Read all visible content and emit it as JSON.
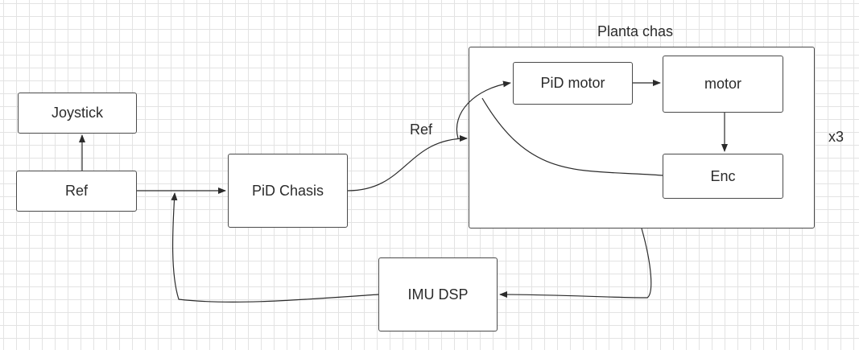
{
  "diagram": {
    "nodes": {
      "joystick": "Joystick",
      "ref": "Ref",
      "pid_chasis": "PiD Chasis",
      "pid_motor": "PiD motor",
      "motor": "motor",
      "enc": "Enc",
      "imu_dsp": "IMU DSP"
    },
    "labels": {
      "planta": "Planta chas",
      "ref_edge": "Ref",
      "multiplier": "x3"
    },
    "edge_color": "#2b2b2b",
    "border_color": "#4a4a4a",
    "grid_color": "#e3e3e3",
    "edges": [
      {
        "from": "Ref",
        "to": "Joystick"
      },
      {
        "from": "Ref",
        "to": "PiD Chasis"
      },
      {
        "from": "PiD Chasis",
        "to": "Planta chas",
        "label": "Ref"
      },
      {
        "from": "Planta chas",
        "to": "PiD motor"
      },
      {
        "from": "PiD motor",
        "to": "motor"
      },
      {
        "from": "motor",
        "to": "Enc"
      },
      {
        "from": "Enc",
        "to": "PiD motor"
      },
      {
        "from": "Planta chas",
        "to": "IMU DSP"
      },
      {
        "from": "IMU DSP",
        "to": "Ref"
      }
    ]
  }
}
